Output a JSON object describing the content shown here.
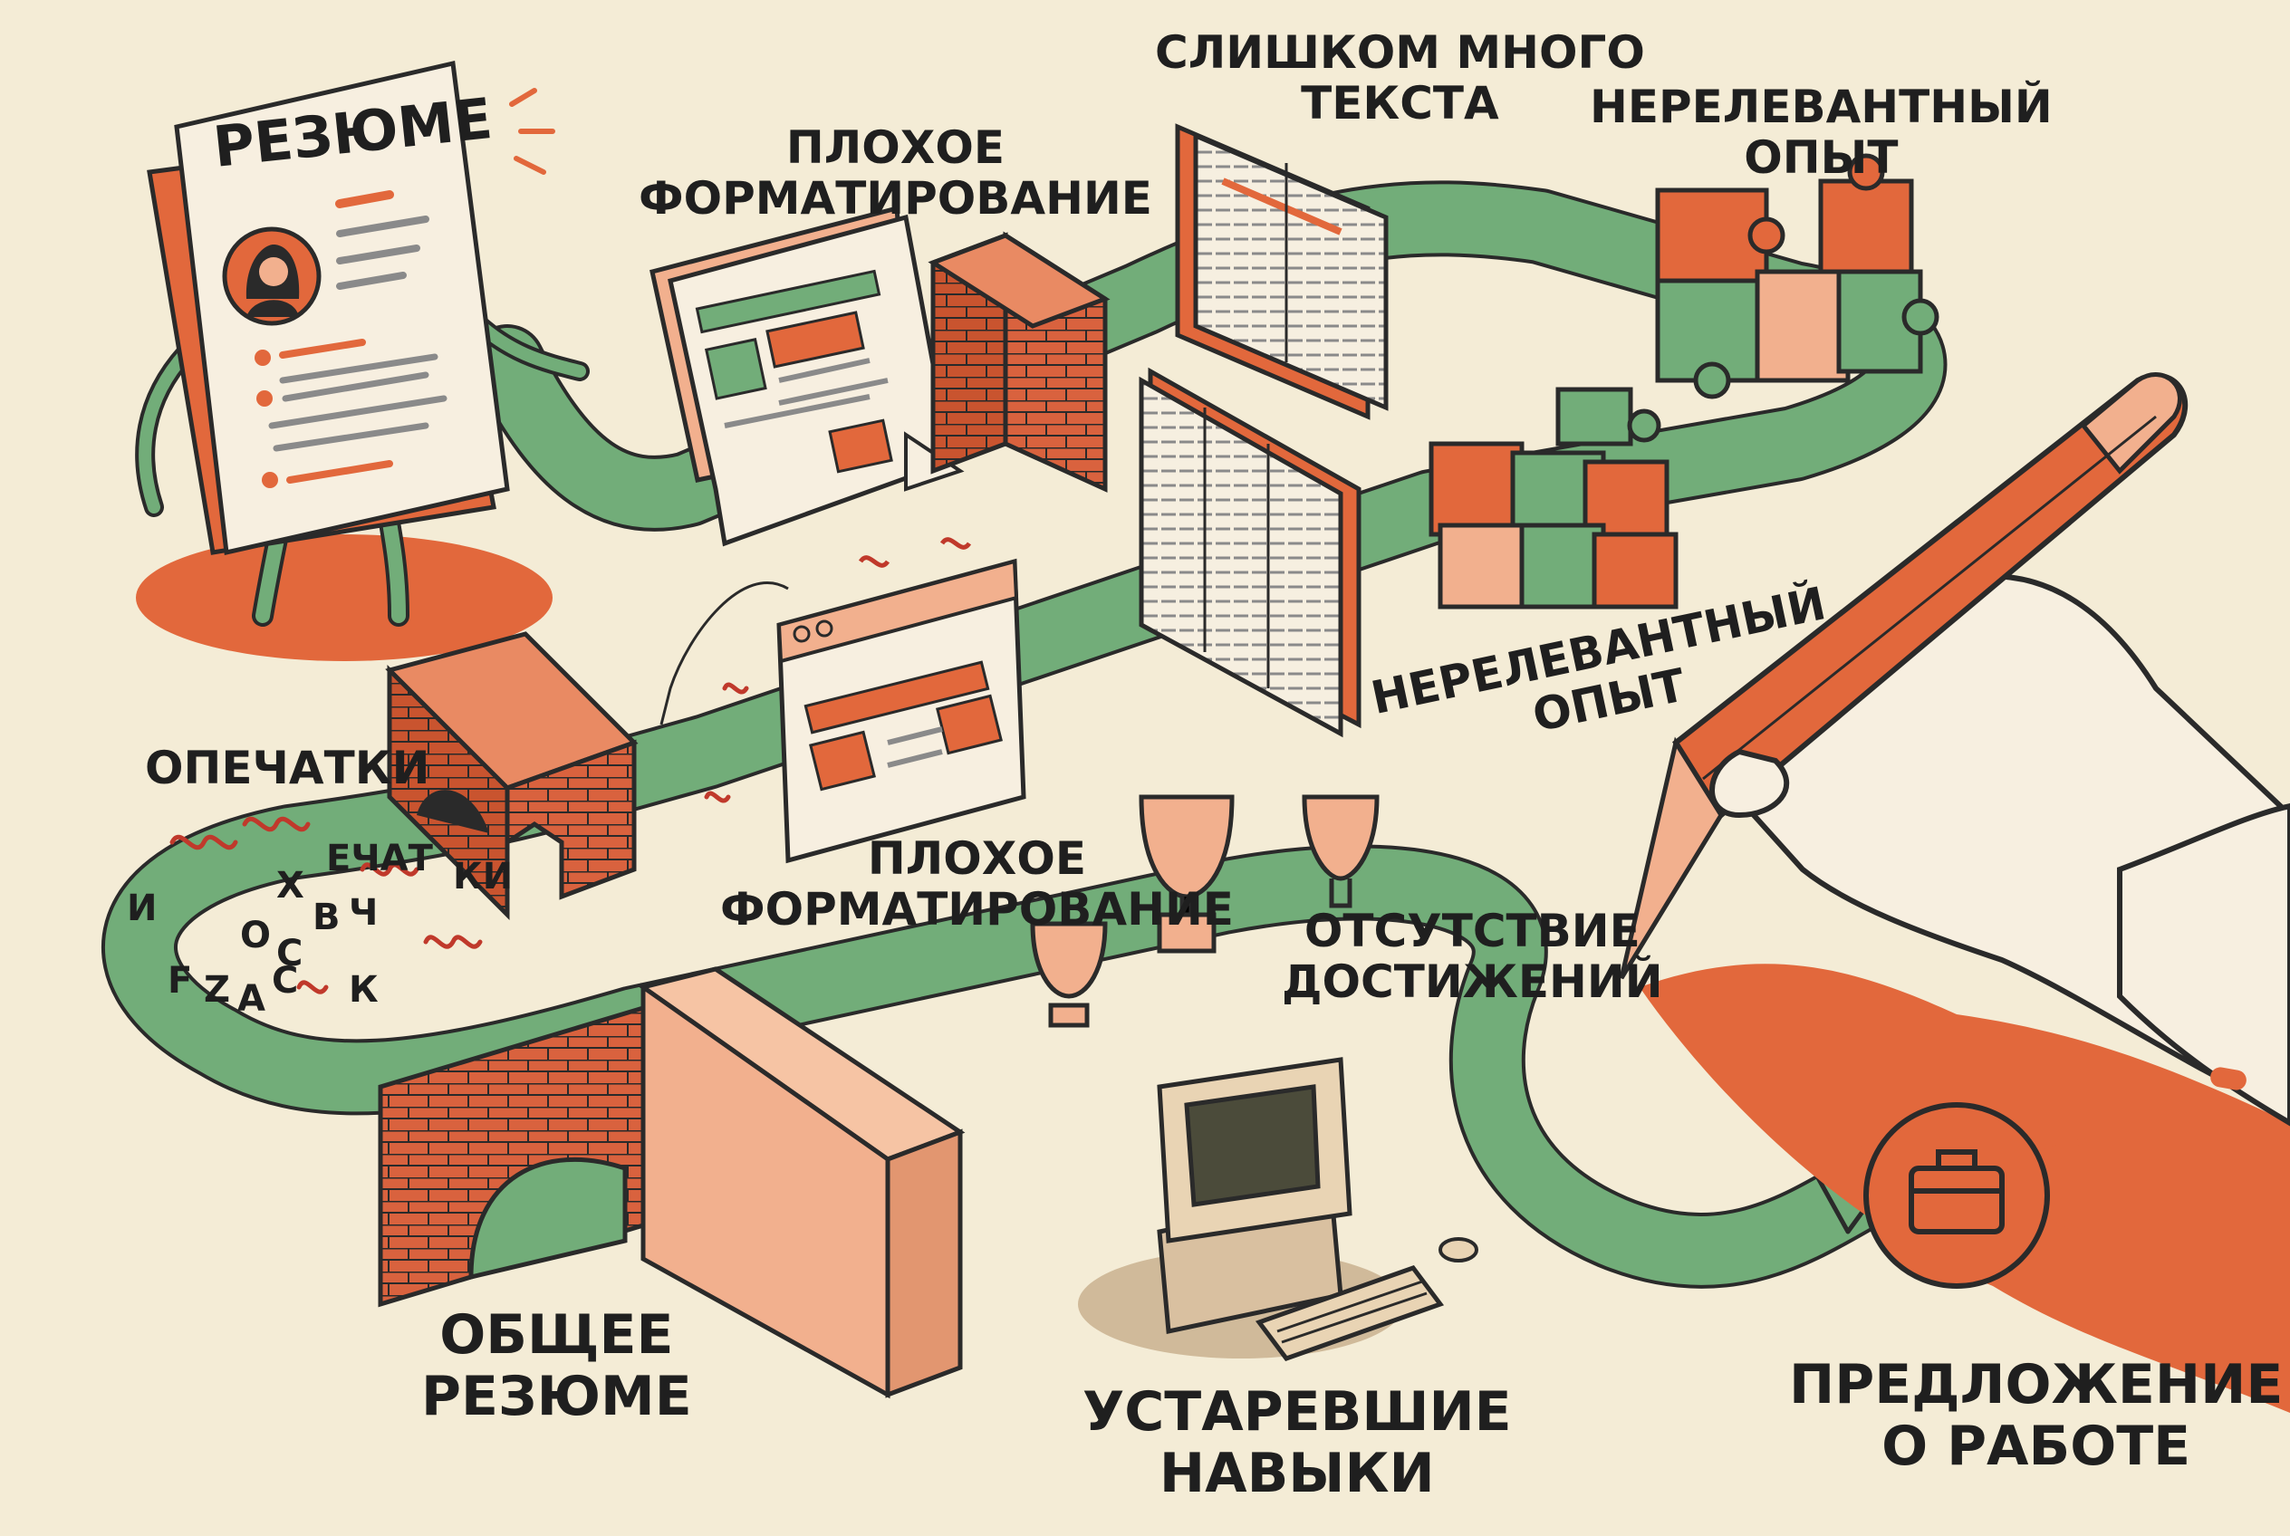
{
  "resume": {
    "title": "РЕЗЮМЕ"
  },
  "stages": {
    "bad_formatting_top": [
      "ПЛОХОЕ",
      "ФОРМАТИРОВАНИЕ"
    ],
    "too_much_text": [
      "СЛИШКОМ МНОГО",
      "ТЕКСТА"
    ],
    "irrelevant_top": [
      "НЕРЕЛЕВАНТНЫЙ",
      "ОПЫТ"
    ],
    "irrelevant_mid": [
      "НЕРЕЛЕВАНТНЫЙ",
      "ОПЫТ"
    ],
    "typos": [
      "ОПЕЧАТКИ"
    ],
    "bad_formatting_mid": [
      "ПЛОХОЕ",
      "ФОРМАТИРОВАНИЕ"
    ],
    "no_achievements": [
      "ОТСУТСТВИЕ",
      "ДОСТИЖЕНИЙ"
    ],
    "generic_resume": [
      "ОБЩЕЕ",
      "РЕЗЮМЕ"
    ],
    "outdated_skills": [
      "УСТАРЕВШИЕ",
      "НАВЫКИ"
    ],
    "job_offer": [
      "ПРЕДЛОЖЕНИЕ",
      "О РАБОТЕ"
    ]
  },
  "scrambled_letters": [
    "И",
    "Х",
    "ЕЧАТ",
    "КИ",
    "О",
    "С",
    "В",
    "Ч",
    "F",
    "Z",
    "A",
    "С",
    "К"
  ],
  "colors": {
    "background": "#f4ecd6",
    "path_green": "#72ad79",
    "accent_orange": "#e2683c",
    "peach": "#f2b08e",
    "brick": "#d9623e",
    "outline": "#2a2a2a"
  },
  "icons": [
    "resume-character-icon",
    "brick-wall-icon",
    "puzzle-pieces-icon",
    "trophy-icon",
    "old-computer-icon",
    "briefcase-icon",
    "pen-hand-icon"
  ]
}
